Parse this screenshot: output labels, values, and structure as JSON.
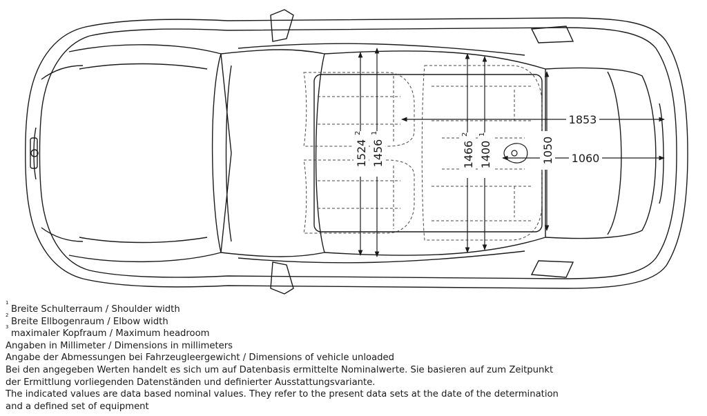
{
  "dimensions": {
    "shoulder_rear": "1853",
    "elbow_rear": "1060",
    "headroom_rear": "1050",
    "front_elbow": "1524",
    "front_elbow_sup": "2",
    "front_shoulder": "1456",
    "front_shoulder_sup": "1",
    "rear_elbow": "1466",
    "rear_elbow_sup": "2",
    "rear_shoulder": "1400",
    "rear_shoulder_sup": "1"
  },
  "notes": {
    "fn1_mark": "1",
    "fn1": "Breite Schulterraum / Shoulder width",
    "fn2_mark": "2",
    "fn2": "Breite Ellbogenraum / Elbow width",
    "fn3_mark": "3",
    "fn3": "maximaler Kopfraum / Maximum headroom",
    "line4": "Angaben in Millimeter / Dimensions in millimeters",
    "line5": "Angabe der Abmessungen bei Fahrzeugleergewicht / Dimensions of vehicle unloaded",
    "line6": "Bei den angegeben Werten handelt es sich um auf Datenbasis ermittelte Nominalwerte. Sie basieren auf zum Zeitpunkt",
    "line7": "der Ermittlung vorliegenden Datenständen und definierter Ausstattungsvariante.",
    "line8": "The indicated values are data based nominal values. They refer to the present data sets at the date of the determination",
    "line9": "and a defined set of equipment"
  }
}
